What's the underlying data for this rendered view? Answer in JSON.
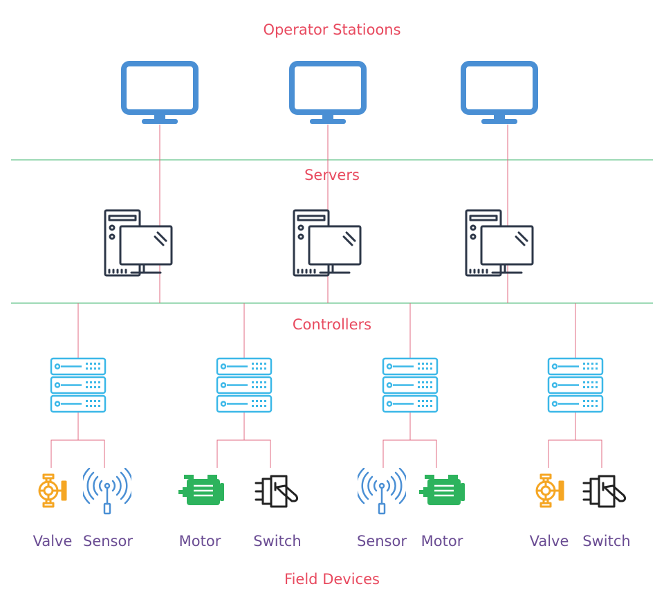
{
  "tiers": {
    "operator_stations": "Operator Statioons",
    "servers": "Servers",
    "controllers": "Controllers",
    "field_devices": "Field Devices"
  },
  "operator_stations": [
    {
      "icon": "monitor-icon"
    },
    {
      "icon": "monitor-icon"
    },
    {
      "icon": "monitor-icon"
    }
  ],
  "servers": [
    {
      "icon": "server-computer-icon"
    },
    {
      "icon": "server-computer-icon"
    },
    {
      "icon": "server-computer-icon"
    }
  ],
  "controllers": [
    {
      "icon": "controller-rack-icon",
      "devices": [
        {
          "label": "Valve",
          "icon": "valve-icon"
        },
        {
          "label": "Sensor",
          "icon": "sensor-icon"
        }
      ]
    },
    {
      "icon": "controller-rack-icon",
      "devices": [
        {
          "label": "Motor",
          "icon": "motor-icon"
        },
        {
          "label": "Switch",
          "icon": "switch-icon"
        }
      ]
    },
    {
      "icon": "controller-rack-icon",
      "devices": [
        {
          "label": "Sensor",
          "icon": "sensor-icon"
        },
        {
          "label": "Motor",
          "icon": "motor-icon"
        }
      ]
    },
    {
      "icon": "controller-rack-icon",
      "devices": [
        {
          "label": "Valve",
          "icon": "valve-icon"
        },
        {
          "label": "Switch",
          "icon": "switch-icon"
        }
      ]
    }
  ],
  "colors": {
    "tier_label": "#e84a5f",
    "device_label": "#6a4c93",
    "bus_line": "#3cb46e",
    "link_line": "#e06a80",
    "monitor": "#4a8fd4",
    "server": "#2d3748",
    "controller": "#3bb8e8",
    "valve": "#f5a623",
    "sensor": "#4a8fd4",
    "motor": "#2db35d",
    "switch": "#222222"
  }
}
